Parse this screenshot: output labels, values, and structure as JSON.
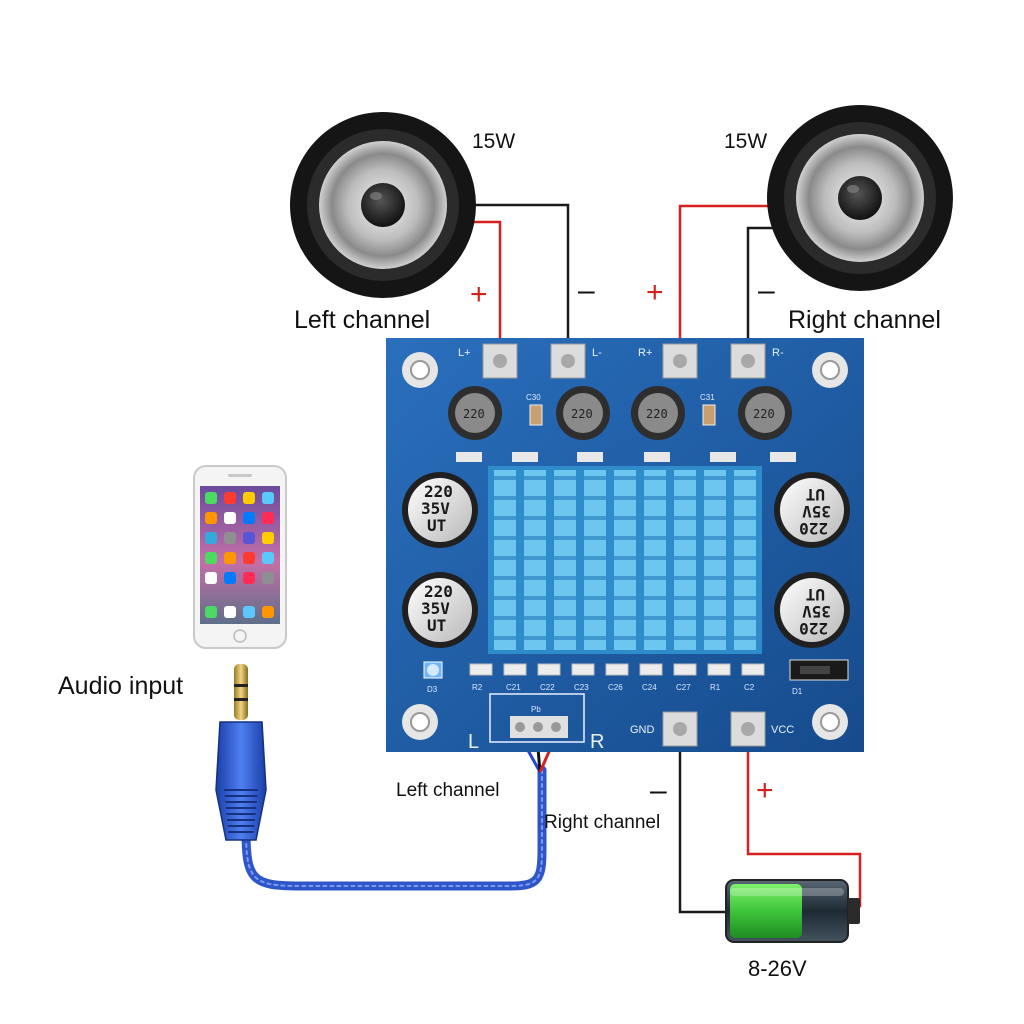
{
  "speakers": {
    "left": {
      "power": "15W",
      "label": "Left channel"
    },
    "right": {
      "power": "15W",
      "label": "Right channel"
    }
  },
  "polarity": {
    "plus": "+",
    "minus": "–"
  },
  "board": {
    "output_pads": [
      "L+",
      "L-",
      "R+",
      "R-"
    ],
    "inductor_marking": "220",
    "capacitors_small": [
      "C30",
      "C31"
    ],
    "capacitor_marking": [
      "220",
      "35V",
      "UT"
    ],
    "input_label_left": "L",
    "input_label_right": "R",
    "input_connector": "Pb",
    "led_label": "D3",
    "diode_label": "D1",
    "bottom_components": [
      "R2",
      "C21",
      "C22",
      "C23",
      "C26",
      "C24",
      "C27",
      "R1",
      "C2"
    ],
    "gnd_label": "GND",
    "vcc_label": "VCC"
  },
  "audio": {
    "input_label": "Audio input",
    "left_channel": "Left channel",
    "right_channel": "Right channel"
  },
  "power": {
    "voltage": "8-26V"
  },
  "colors": {
    "wire_red": "#d62020",
    "wire_black": "#1a1a1a",
    "pcb_blue": "#1f5fa8",
    "heatsink": "#3aa6dc",
    "cable_blue": "#2f56c9",
    "battery_green": "#3ec43a"
  }
}
